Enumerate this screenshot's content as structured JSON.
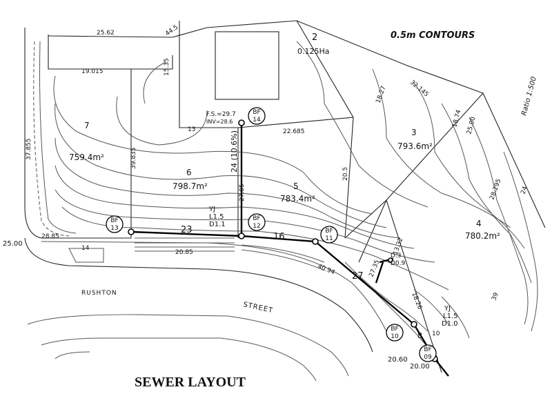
{
  "title": "SEWER LAYOUT",
  "contours_note": "0.5m CONTOURS",
  "ratio": "Ratio 1:500",
  "street": {
    "word1": "RUSHTON",
    "word2": "STREET"
  },
  "levels": {
    "left": "25.00",
    "bottom_a": "20.60",
    "bottom_b": "20.00"
  },
  "lots": [
    {
      "number": "7",
      "area": "759.4m²"
    },
    {
      "number": "6",
      "area": "798.7m²"
    },
    {
      "number": "5",
      "area": "783.4m²"
    },
    {
      "number": "3",
      "area": "793.6m²"
    },
    {
      "number": "4",
      "area": "780.2m²"
    },
    {
      "number": "2",
      "area": "0.125Ha"
    }
  ],
  "manholes": [
    {
      "id": "BF",
      "num": "13"
    },
    {
      "id": "BF",
      "num": "12"
    },
    {
      "id": "BF",
      "num": "11"
    },
    {
      "id": "BF",
      "num": "14"
    },
    {
      "id": "BF",
      "num": "10"
    },
    {
      "id": "BF",
      "num": "09"
    }
  ],
  "pipes": [
    "23",
    "16",
    "24 (10.6%)",
    "27",
    "8"
  ],
  "junctions": [
    {
      "yj": "YJ",
      "l": "L1.5",
      "d": "D1.1"
    },
    {
      "yj": "YJ",
      "l": "L1.5",
      "d": "D1.0"
    }
  ],
  "bf14_levels": {
    "fs": "F.S.=29.7",
    "inv": "INV=28.6"
  },
  "ds_note": {
    "l": "D.3",
    "d": "D0.9"
  },
  "dims": [
    "25.62",
    "44.5",
    "19.015",
    "37.855",
    "39.835",
    "22.685",
    "15.35",
    "18.27",
    "18.74",
    "25.00",
    "28.295",
    "20.5",
    "27.05",
    "32.145",
    "40.94",
    "20.85",
    "28.85",
    "13",
    "14",
    "24",
    "39",
    "27.35",
    "18.26",
    "10",
    "13.32"
  ]
}
